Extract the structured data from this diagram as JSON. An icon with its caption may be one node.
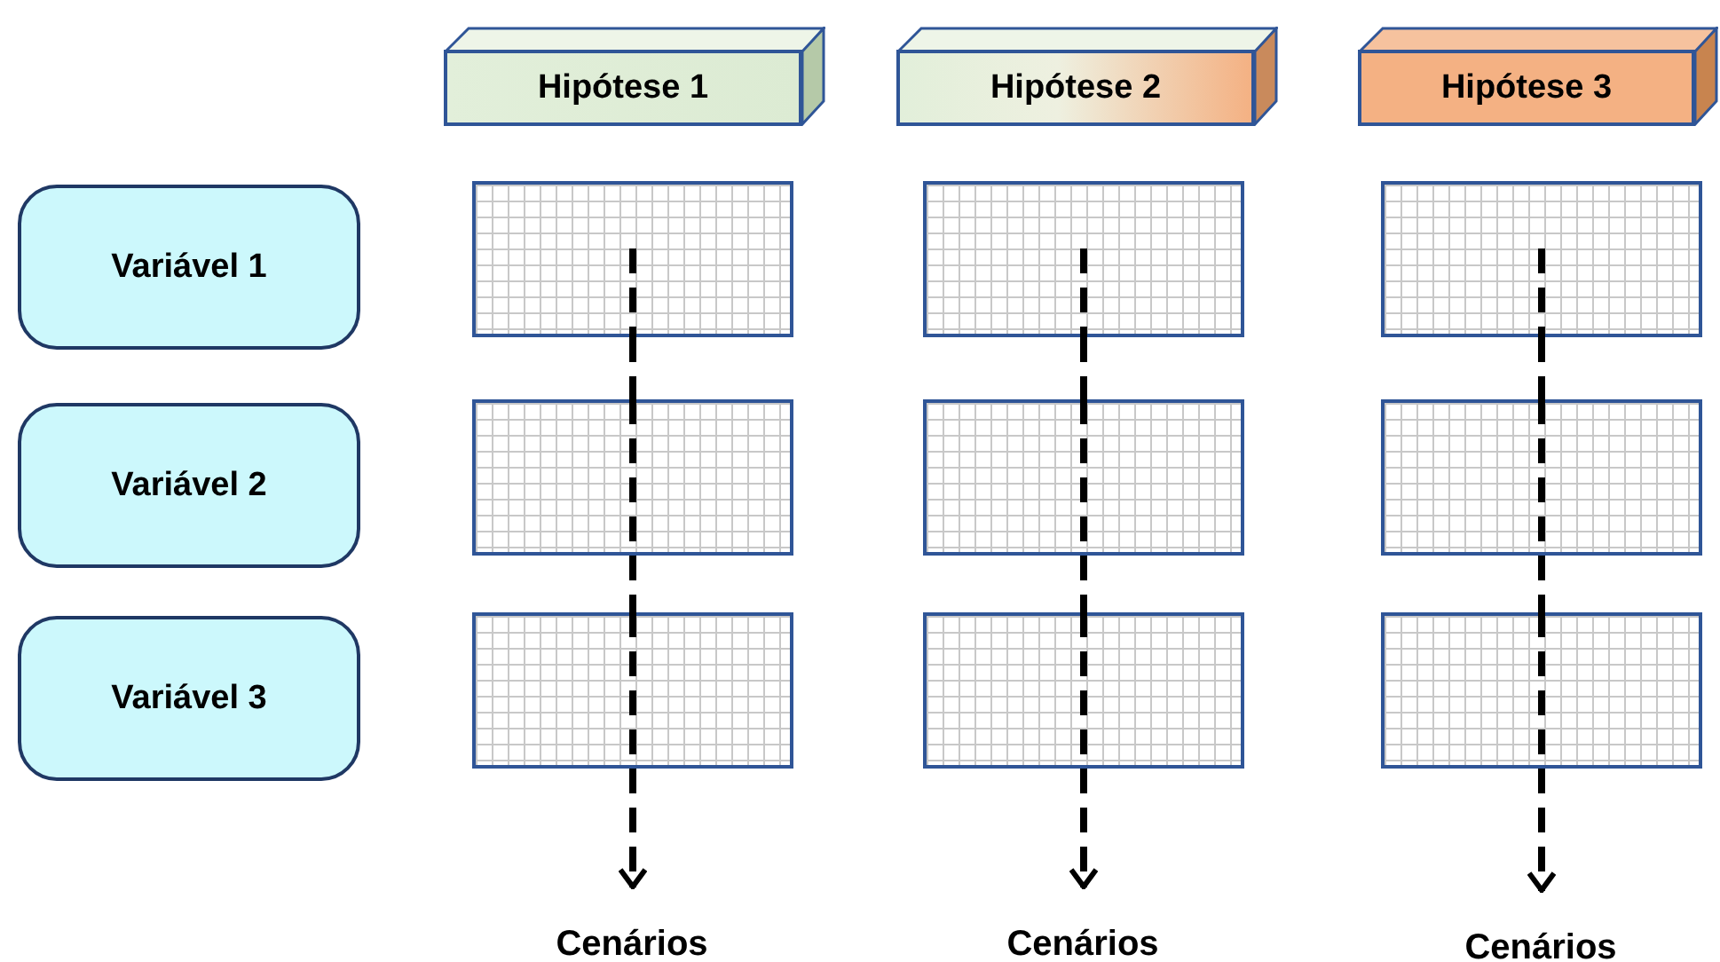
{
  "diagram": {
    "nodes": [
      {
        "text": [
          "Hipótese 1"
        ]
      },
      {
        "text": [
          "Hipótese 2"
        ]
      },
      {
        "text": [
          "Hipótese 3"
        ]
      },
      {
        "text": [
          "Variável 1"
        ]
      },
      {
        "text": [],
        "shape": "box"
      },
      {
        "text": [],
        "shape": "box"
      },
      {
        "text": [],
        "shape": "box"
      },
      {
        "text": [
          "Variável 2"
        ]
      },
      {
        "text": [],
        "shape": "box"
      },
      {
        "text": [],
        "shape": "box"
      },
      {
        "text": [],
        "shape": "box"
      },
      {
        "text": [
          "Variável 3"
        ]
      },
      {
        "text": [],
        "shape": "box"
      },
      {
        "text": [],
        "shape": "box"
      },
      {
        "text": [],
        "shape": "box"
      },
      {
        "text": [
          "Cenários"
        ]
      },
      {
        "text": [
          "Cenários"
        ]
      },
      {
        "text": [
          "Cenários"
        ]
      }
    ],
    "edges": [
      {
        "from": 4,
        "to": 8,
        "arrow": "none",
        "style": "dashed"
      },
      {
        "from": 8,
        "to": 12,
        "arrow": "none",
        "style": "dashed"
      },
      {
        "from": 12,
        "to": 15,
        "arrow": "to",
        "style": "dashed"
      },
      {
        "from": 5,
        "to": 9,
        "arrow": "none",
        "style": "dashed"
      },
      {
        "from": 9,
        "to": 13,
        "arrow": "none",
        "style": "dashed"
      },
      {
        "from": 13,
        "to": 16,
        "arrow": "to",
        "style": "dashed"
      },
      {
        "from": 6,
        "to": 10,
        "arrow": "none",
        "style": "dashed"
      },
      {
        "from": 10,
        "to": 14,
        "arrow": "none",
        "style": "dashed"
      },
      {
        "from": 14,
        "to": 17,
        "arrow": "to",
        "style": "dashed"
      }
    ]
  }
}
